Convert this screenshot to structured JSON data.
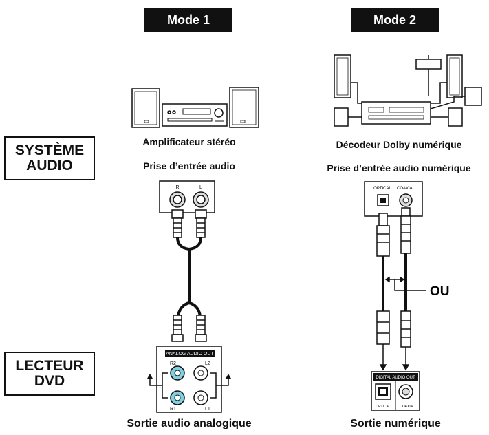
{
  "modes": [
    {
      "label": "Mode 1",
      "device_label": "Amplificateur stéréo",
      "input_label": "Prise d’entrée audio",
      "output_label": "Sortie audio analogique",
      "input_jacks": [
        "R",
        "L"
      ],
      "output_panel": {
        "title": "ANALOG AUDIO OUT",
        "jacks": [
          "R2",
          "L2",
          "R1",
          "L1"
        ]
      }
    },
    {
      "label": "Mode 2",
      "device_label": "Décodeur Dolby numérique",
      "input_label": "Prise d’entrée audio numérique",
      "output_label": "Sortie numérique",
      "input_jacks": [
        "OPTICAL",
        "COAXIAL"
      ],
      "output_panel": {
        "title": "DIGITAL AUDIO OUT",
        "jacks": [
          "OPTICAL",
          "COAXIAL"
        ]
      },
      "or_label": "OU"
    }
  ],
  "side_labels": {
    "top": [
      "SYSTÈME",
      "AUDIO"
    ],
    "bottom": [
      "LECTEUR",
      "DVD"
    ]
  },
  "colors": {
    "ink": "#111111",
    "jack_accent": "#7fd0e0"
  }
}
